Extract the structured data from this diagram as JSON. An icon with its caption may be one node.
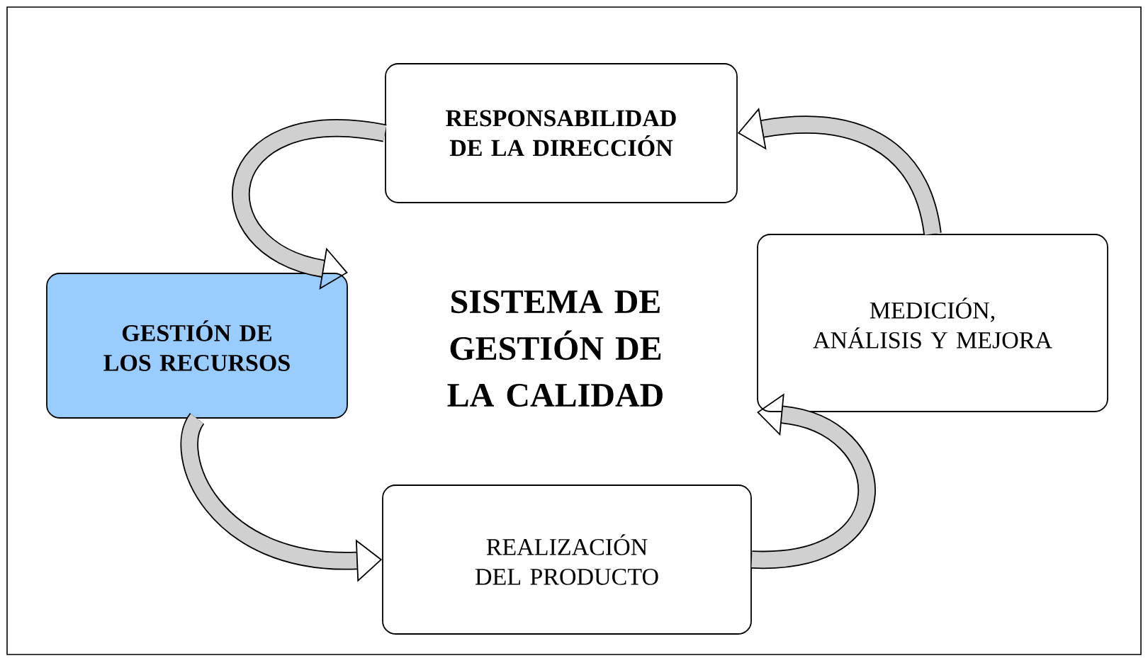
{
  "diagram": {
    "nodes": [
      {
        "text": [
          "RESPONSABILIDAD DE LA DIRECCIÓN"
        ]
      },
      {
        "text": [
          "GESTIÓN DE LOS RECURSOS"
        ]
      },
      {
        "text": [
          "MEDICIÓN, ANÁLISIS Y MEJORA"
        ]
      },
      {
        "text": [
          "REALIZACIÓN DEL PRODUCTO"
        ]
      }
    ],
    "edges": [
      {
        "from": 0,
        "to": 1,
        "arrow": "to"
      },
      {
        "from": 1,
        "to": 3,
        "arrow": "to"
      },
      {
        "from": 3,
        "to": 2,
        "arrow": "to"
      },
      {
        "from": 2,
        "to": 0,
        "arrow": "to"
      }
    ],
    "labels": [
      "SISTEMA DE GESTIÓN DE LA CALIDAD"
    ]
  }
}
